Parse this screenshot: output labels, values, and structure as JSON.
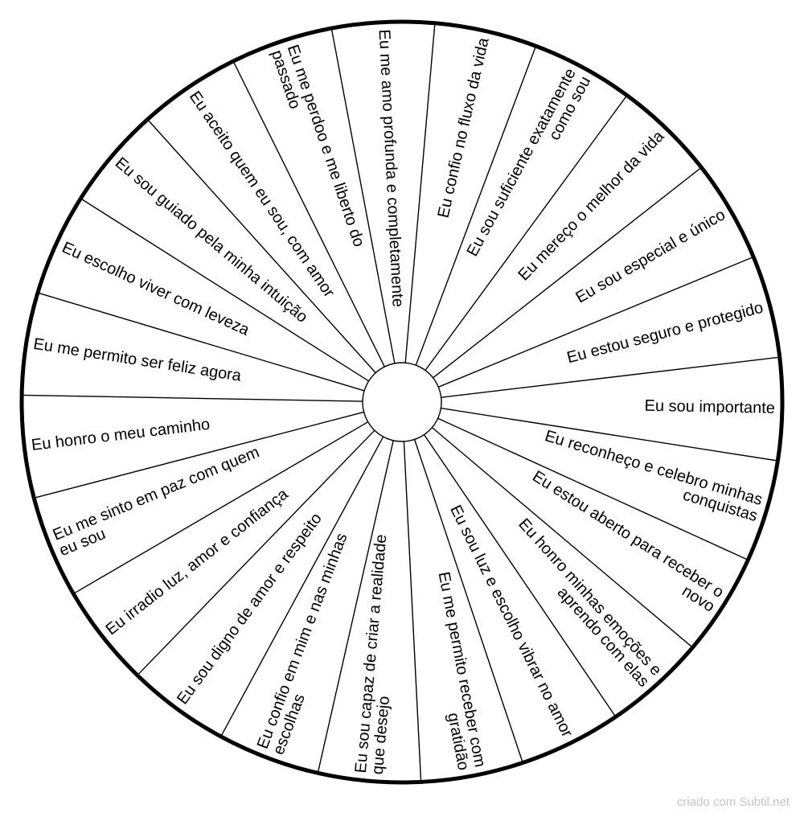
{
  "wheel": {
    "line_color": "#000000",
    "background": "#ffffff",
    "segments": [
      {
        "lines": [
          "Eu me permito ser feliz agora"
        ]
      },
      {
        "lines": [
          "Eu honro o meu caminho"
        ]
      },
      {
        "lines": [
          "Eu me sinto em paz com quem",
          "eu sou"
        ]
      },
      {
        "lines": [
          "Eu irradio luz, amor e confiança"
        ]
      },
      {
        "lines": [
          "Eu sou digno de amor e respeito"
        ]
      },
      {
        "lines": [
          "Eu confio em mim e nas minhas",
          "escolhas"
        ]
      },
      {
        "lines": [
          "Eu sou capaz de criar a realidade",
          "que desejo"
        ]
      },
      {
        "lines": [
          "Eu me permito receber com",
          "gratidão"
        ]
      },
      {
        "lines": [
          "Eu sou luz e escolho vibrar no amor"
        ]
      },
      {
        "lines": [
          "Eu honro minhas emoções e",
          "aprendo com elas"
        ]
      },
      {
        "lines": [
          "Eu estou aberto para receber o",
          "novo"
        ]
      },
      {
        "lines": [
          "Eu reconheço e celebro minhas",
          "conquistas"
        ]
      },
      {
        "lines": [
          "Eu sou importante"
        ]
      },
      {
        "lines": [
          "Eu estou seguro e protegido"
        ]
      },
      {
        "lines": [
          "Eu sou especial e único"
        ]
      },
      {
        "lines": [
          "Eu mereço o melhor da vida"
        ]
      },
      {
        "lines": [
          "Eu sou suficiente exatamente",
          "como sou"
        ]
      },
      {
        "lines": [
          "Eu confio no fluxo da vida"
        ]
      },
      {
        "lines": [
          "Eu me amo profunda e completamente"
        ]
      },
      {
        "lines": [
          "Eu me perdoo e me liberto do",
          "passado"
        ]
      },
      {
        "lines": [
          "Eu aceito quem eu sou, com amor"
        ]
      },
      {
        "lines": [
          "Eu sou guiado pela minha intuição"
        ]
      },
      {
        "lines": [
          "Eu escolho viver com leveza"
        ]
      }
    ]
  },
  "footer": {
    "credit": "criado com Subtil.net"
  }
}
